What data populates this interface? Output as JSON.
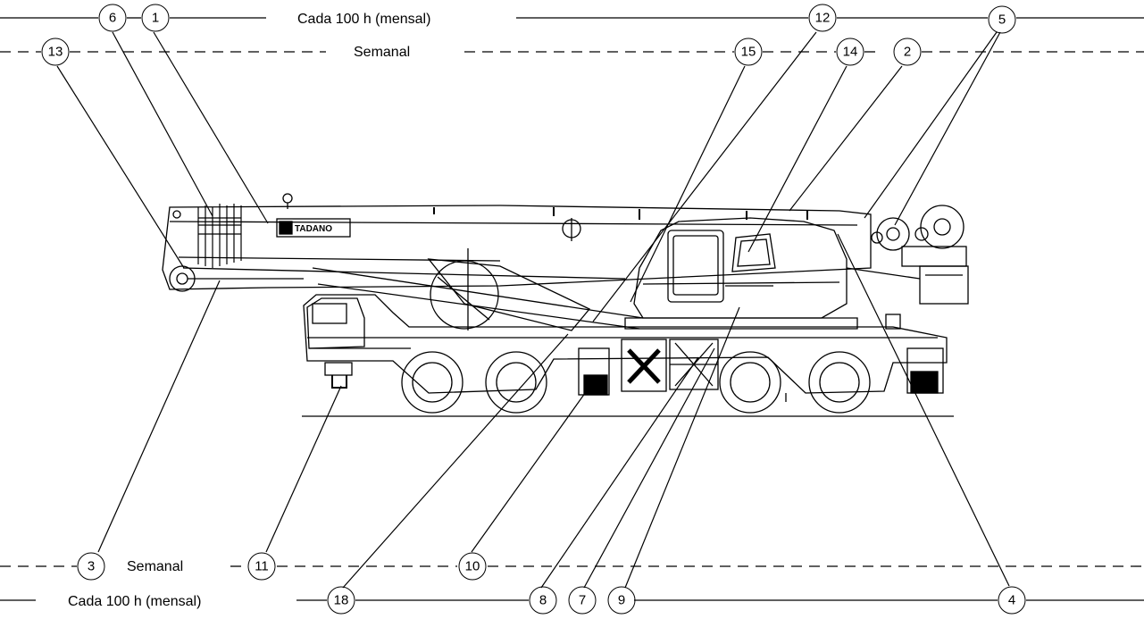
{
  "lines": {
    "top_solid": "Cada 100 h (mensal)",
    "top_dashed": "Semanal",
    "bottom_dashed": "Semanal",
    "bottom_solid": "Cada 100 h (mensal)"
  },
  "crane": {
    "logo_text": "TADANO"
  },
  "callouts": [
    "1",
    "2",
    "3",
    "4",
    "5",
    "6",
    "7",
    "8",
    "9",
    "10",
    "11",
    "12",
    "13",
    "14",
    "15",
    "18"
  ]
}
